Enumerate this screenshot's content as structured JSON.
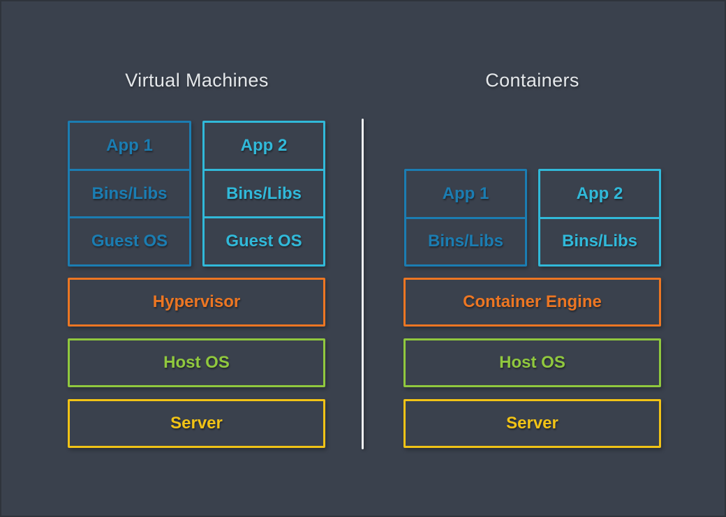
{
  "colors": {
    "bg": "#3a414d",
    "edge": "#2f343c",
    "title": "#e4e7ea",
    "divider": "#eef0f2",
    "blue": "#1b7db2",
    "cyan": "#31b9d9",
    "orange": "#ec7623",
    "green": "#90c83e",
    "yellow": "#f1c316"
  },
  "vm": {
    "title": "Virtual Machines",
    "stacks": [
      {
        "color": "blue",
        "cells": [
          "App 1",
          "Bins/Libs",
          "Guest OS"
        ]
      },
      {
        "color": "cyan",
        "cells": [
          "App 2",
          "Bins/Libs",
          "Guest OS"
        ]
      }
    ],
    "layers": [
      {
        "label": "Hypervisor",
        "color": "orange"
      },
      {
        "label": "Host OS",
        "color": "green"
      },
      {
        "label": "Server",
        "color": "yellow"
      }
    ]
  },
  "containers": {
    "title": "Containers",
    "stacks": [
      {
        "color": "blue",
        "cells": [
          "App 1",
          "Bins/Libs"
        ]
      },
      {
        "color": "cyan",
        "cells": [
          "App 2",
          "Bins/Libs"
        ]
      }
    ],
    "layers": [
      {
        "label": "Container Engine",
        "color": "orange"
      },
      {
        "label": "Host OS",
        "color": "green"
      },
      {
        "label": "Server",
        "color": "yellow"
      }
    ]
  }
}
